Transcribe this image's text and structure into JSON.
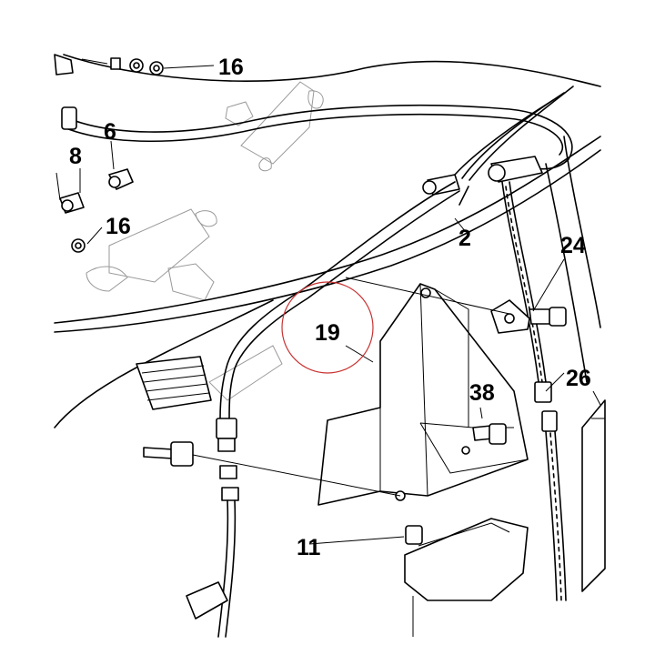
{
  "diagram": {
    "callouts": [
      {
        "id": "c16a",
        "text": "16"
      },
      {
        "id": "c6",
        "text": "6"
      },
      {
        "id": "c8",
        "text": "8"
      },
      {
        "id": "c16b",
        "text": "16"
      },
      {
        "id": "c2",
        "text": "2"
      },
      {
        "id": "c24",
        "text": "24"
      },
      {
        "id": "c19",
        "text": "19"
      },
      {
        "id": "c38",
        "text": "38"
      },
      {
        "id": "c26",
        "text": "26"
      },
      {
        "id": "c11",
        "text": "11"
      }
    ],
    "highlight_color": "#c83232"
  }
}
